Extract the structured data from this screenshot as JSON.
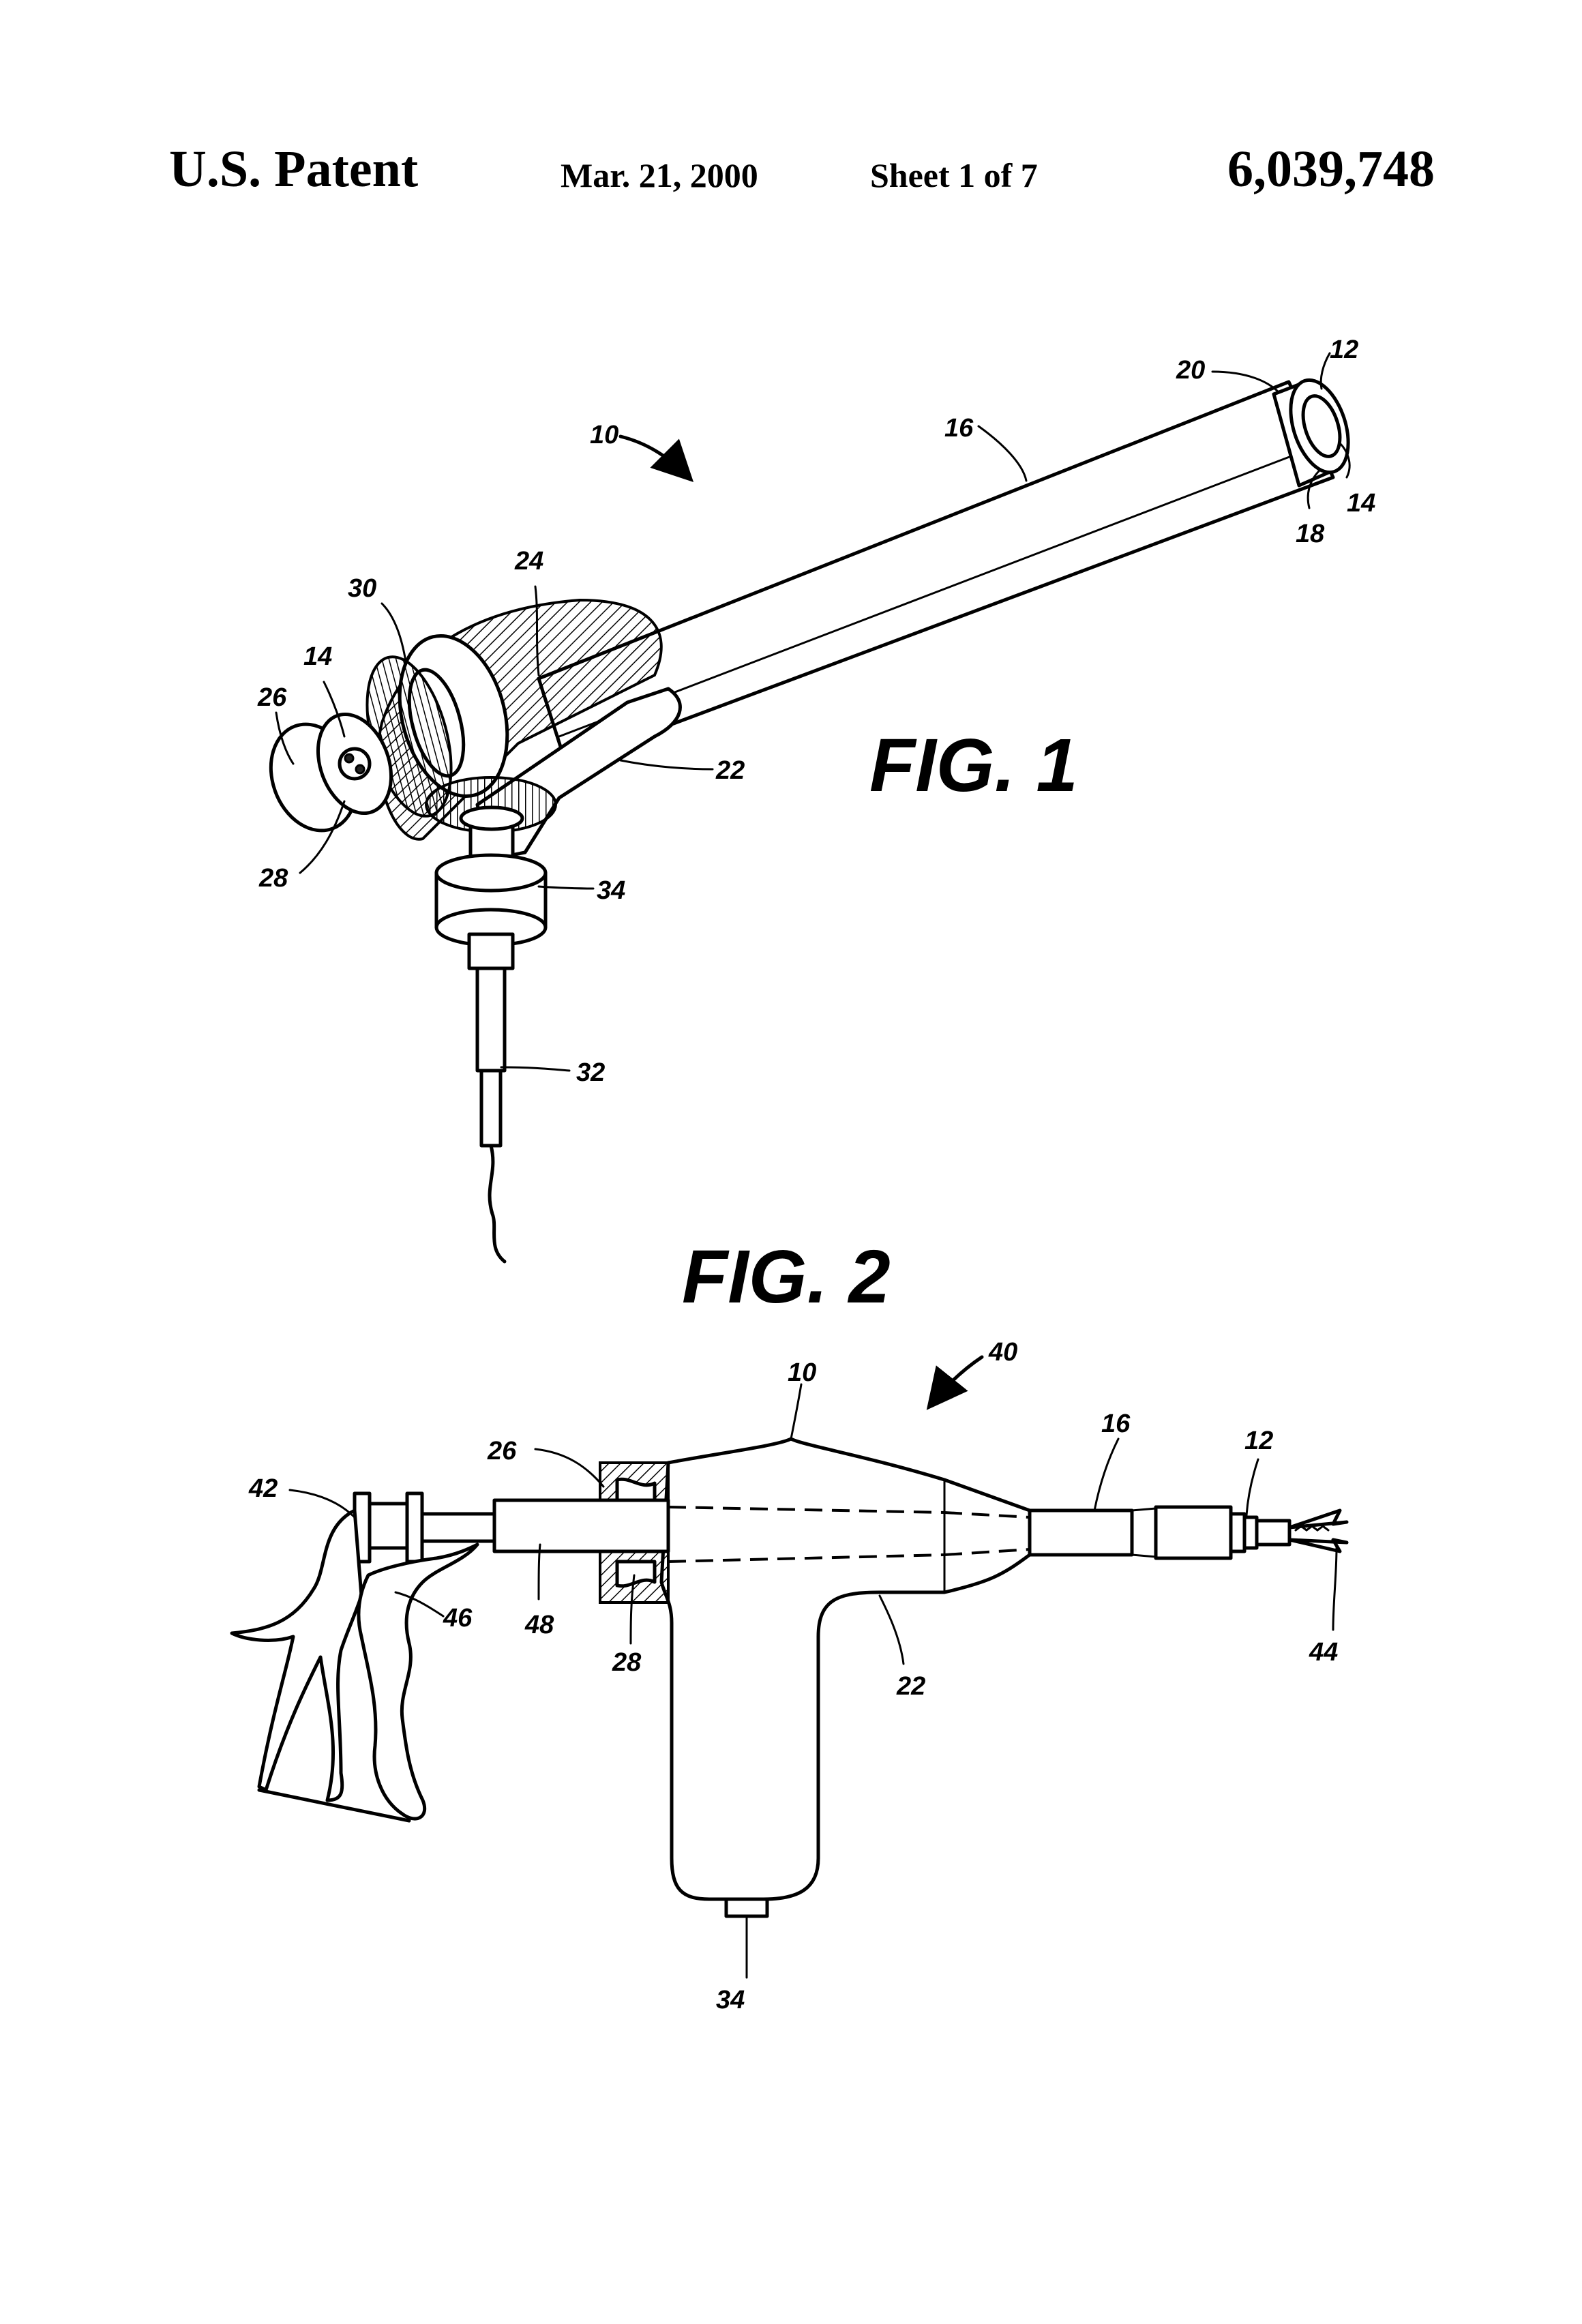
{
  "header": {
    "left": "U.S. Patent",
    "date": "Mar. 21, 2000",
    "sheet": "Sheet 1 of 7",
    "patent_number": "6,039,748"
  },
  "fig1": {
    "title": "FIG. 1",
    "refs": {
      "r10": "10",
      "r12": "12",
      "r14a": "14",
      "r14b": "14",
      "r16": "16",
      "r18": "18",
      "r20": "20",
      "r22": "22",
      "r24": "24",
      "r26": "26",
      "r28": "28",
      "r30": "30",
      "r32": "32",
      "r34": "34"
    }
  },
  "fig2": {
    "title": "FIG. 2",
    "refs": {
      "r10": "10",
      "r12": "12",
      "r16": "16",
      "r22": "22",
      "r26": "26",
      "r28": "28",
      "r34": "34",
      "r40": "40",
      "r42": "42",
      "r44": "44",
      "r46": "46",
      "r48": "48"
    }
  }
}
